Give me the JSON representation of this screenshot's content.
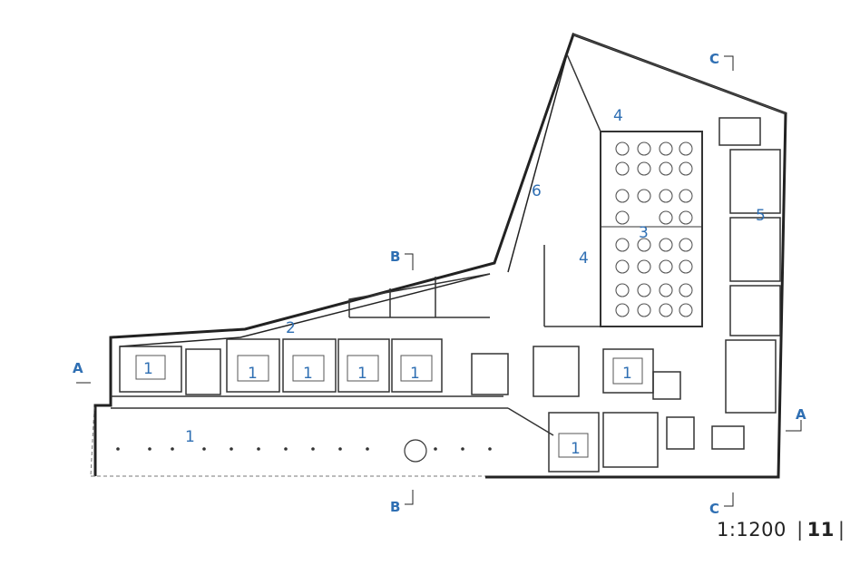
{
  "colors": {
    "accent": "#2f6fb3",
    "ink": "#222222"
  },
  "rooms": [
    {
      "id": "r1a",
      "label": "1"
    },
    {
      "id": "r1b",
      "label": "1"
    },
    {
      "id": "r1c",
      "label": "1"
    },
    {
      "id": "r1d",
      "label": "1"
    },
    {
      "id": "r1e",
      "label": "1"
    },
    {
      "id": "r1f",
      "label": "1"
    },
    {
      "id": "r1g",
      "label": "1"
    },
    {
      "id": "r1h",
      "label": "1"
    },
    {
      "id": "r2",
      "label": "2"
    },
    {
      "id": "r3",
      "label": "3"
    },
    {
      "id": "r4a",
      "label": "4"
    },
    {
      "id": "r4b",
      "label": "4"
    },
    {
      "id": "r5",
      "label": "5"
    },
    {
      "id": "r6",
      "label": "6"
    }
  ],
  "sections": {
    "a": "A",
    "b": "B",
    "c": "C"
  },
  "footer": {
    "scale": "1:1200",
    "page": "11"
  }
}
